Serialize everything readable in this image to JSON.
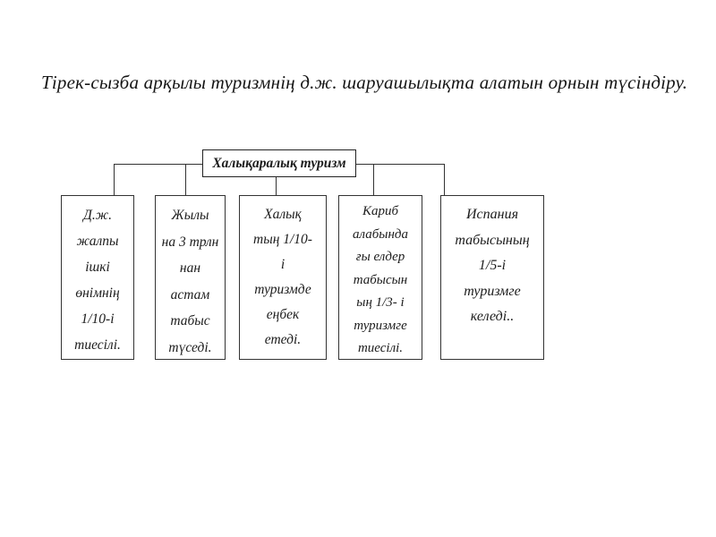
{
  "page": {
    "background": "#ffffff",
    "text_color": "#1c1c1c",
    "line_color": "#333333"
  },
  "title": {
    "text": "Тірек-сызба арқылы туризмнің д.ж. шаруашылықта алатын орнын түсіндіру."
  },
  "diagram": {
    "root": {
      "label": "Халықаралық туризм"
    },
    "children": [
      {
        "id": "gdp-share",
        "lines": [
          "Д.ж.",
          "жалпы",
          "ішкі",
          "өнімнің",
          "1/10-і",
          "тиесілі."
        ]
      },
      {
        "id": "annual-income",
        "lines": [
          "Жылы",
          "на 3 трлн",
          "нан",
          "астам",
          "табыс",
          "түседі."
        ]
      },
      {
        "id": "population-share",
        "lines": [
          "Халық",
          "тың 1/10-",
          "і",
          "туризмде",
          "еңбек",
          "етеді."
        ]
      },
      {
        "id": "caribbean-share",
        "lines": [
          "Кариб",
          "алабында",
          "ғы елдер",
          "табысын",
          "ың 1/3- і",
          "туризмге",
          "тиесілі."
        ]
      },
      {
        "id": "spain-share",
        "lines": [
          "Испания",
          "табысының",
          "1/5-і",
          "туризмге",
          "келеді.."
        ]
      }
    ]
  }
}
